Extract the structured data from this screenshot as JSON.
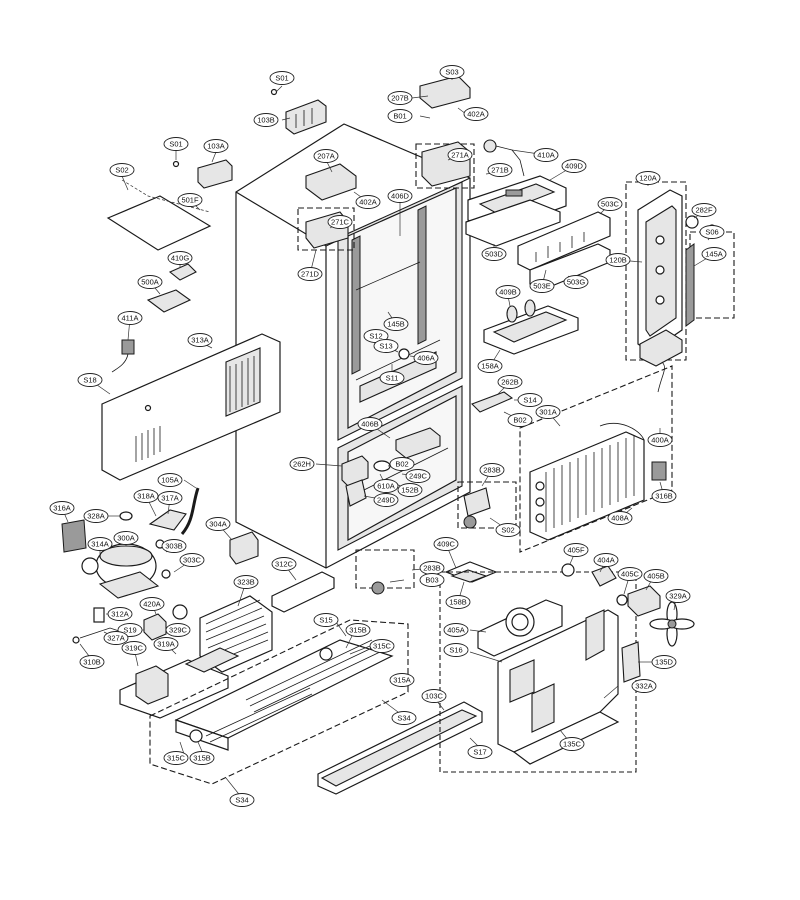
{
  "callouts": [
    {
      "id": "S01a",
      "label": "S01"
    },
    {
      "id": "103B",
      "label": "103B"
    },
    {
      "id": "S03",
      "label": "S03"
    },
    {
      "id": "207B",
      "label": "207B"
    },
    {
      "id": "B01",
      "label": "B01"
    },
    {
      "id": "402Aa",
      "label": "402A"
    },
    {
      "id": "S01b",
      "label": "S01"
    },
    {
      "id": "103A",
      "label": "103A"
    },
    {
      "id": "S02a",
      "label": "S02"
    },
    {
      "id": "501F",
      "label": "501F"
    },
    {
      "id": "207A",
      "label": "207A"
    },
    {
      "id": "271A",
      "label": "271A"
    },
    {
      "id": "410A",
      "label": "410A"
    },
    {
      "id": "271B",
      "label": "271B"
    },
    {
      "id": "409D",
      "label": "409D"
    },
    {
      "id": "402Ab",
      "label": "402A"
    },
    {
      "id": "406D",
      "label": "406D"
    },
    {
      "id": "271C",
      "label": "271C"
    },
    {
      "id": "271D",
      "label": "271D"
    },
    {
      "id": "410G",
      "label": "410G"
    },
    {
      "id": "500A",
      "label": "500A"
    },
    {
      "id": "411A",
      "label": "411A"
    },
    {
      "id": "313A",
      "label": "313A"
    },
    {
      "id": "503D",
      "label": "503D"
    },
    {
      "id": "503C",
      "label": "503C"
    },
    {
      "id": "120A",
      "label": "120A"
    },
    {
      "id": "282F",
      "label": "282F"
    },
    {
      "id": "S06",
      "label": "S06"
    },
    {
      "id": "120B",
      "label": "120B"
    },
    {
      "id": "145A",
      "label": "145A"
    },
    {
      "id": "503E",
      "label": "503E"
    },
    {
      "id": "503G",
      "label": "503G"
    },
    {
      "id": "409B",
      "label": "409B"
    },
    {
      "id": "158A",
      "label": "158A"
    },
    {
      "id": "145B",
      "label": "145B"
    },
    {
      "id": "S12",
      "label": "S12"
    },
    {
      "id": "S13",
      "label": "S13"
    },
    {
      "id": "406A",
      "label": "406A"
    },
    {
      "id": "S11",
      "label": "S11"
    },
    {
      "id": "S18",
      "label": "S18"
    },
    {
      "id": "262B",
      "label": "262B"
    },
    {
      "id": "S14",
      "label": "S14"
    },
    {
      "id": "B02a",
      "label": "B02"
    },
    {
      "id": "301A",
      "label": "301A"
    },
    {
      "id": "406B",
      "label": "406B"
    },
    {
      "id": "400A",
      "label": "400A"
    },
    {
      "id": "262H",
      "label": "262H"
    },
    {
      "id": "B02b",
      "label": "B02"
    },
    {
      "id": "249C",
      "label": "249C"
    },
    {
      "id": "610A",
      "label": "610A"
    },
    {
      "id": "152B",
      "label": "152B"
    },
    {
      "id": "249D",
      "label": "249D"
    },
    {
      "id": "283Ba",
      "label": "283B"
    },
    {
      "id": "316B",
      "label": "316B"
    },
    {
      "id": "105A",
      "label": "105A"
    },
    {
      "id": "318A",
      "label": "318A"
    },
    {
      "id": "317A",
      "label": "317A"
    },
    {
      "id": "316A",
      "label": "316A"
    },
    {
      "id": "328A",
      "label": "328A"
    },
    {
      "id": "S02b",
      "label": "S02"
    },
    {
      "id": "408A",
      "label": "408A"
    },
    {
      "id": "304A",
      "label": "304A"
    },
    {
      "id": "314A",
      "label": "314A"
    },
    {
      "id": "300A",
      "label": "300A"
    },
    {
      "id": "303B",
      "label": "303B"
    },
    {
      "id": "303C",
      "label": "303C"
    },
    {
      "id": "312C",
      "label": "312C"
    },
    {
      "id": "409C",
      "label": "409C"
    },
    {
      "id": "283Bb",
      "label": "283B"
    },
    {
      "id": "B03",
      "label": "B03"
    },
    {
      "id": "158B",
      "label": "158B"
    },
    {
      "id": "405F",
      "label": "405F"
    },
    {
      "id": "404A",
      "label": "404A"
    },
    {
      "id": "405C",
      "label": "405C"
    },
    {
      "id": "405B",
      "label": "405B"
    },
    {
      "id": "323B",
      "label": "323B"
    },
    {
      "id": "312A",
      "label": "312A"
    },
    {
      "id": "420A",
      "label": "420A"
    },
    {
      "id": "329A",
      "label": "329A"
    },
    {
      "id": "S19",
      "label": "S19"
    },
    {
      "id": "329C",
      "label": "329C"
    },
    {
      "id": "327A",
      "label": "327A"
    },
    {
      "id": "319A",
      "label": "319A"
    },
    {
      "id": "319C",
      "label": "319C"
    },
    {
      "id": "310B",
      "label": "310B"
    },
    {
      "id": "S15",
      "label": "S15"
    },
    {
      "id": "315Ba",
      "label": "315B"
    },
    {
      "id": "315Ca",
      "label": "315C"
    },
    {
      "id": "405A",
      "label": "405A"
    },
    {
      "id": "S16",
      "label": "S16"
    },
    {
      "id": "135D",
      "label": "135D"
    },
    {
      "id": "315A",
      "label": "315A"
    },
    {
      "id": "332A",
      "label": "332A"
    },
    {
      "id": "103C",
      "label": "103C"
    },
    {
      "id": "S34a",
      "label": "S34"
    },
    {
      "id": "135C",
      "label": "135C"
    },
    {
      "id": "315Cb",
      "label": "315C"
    },
    {
      "id": "315Bb",
      "label": "315B"
    },
    {
      "id": "S17",
      "label": "S17"
    },
    {
      "id": "S34b",
      "label": "S34"
    }
  ]
}
